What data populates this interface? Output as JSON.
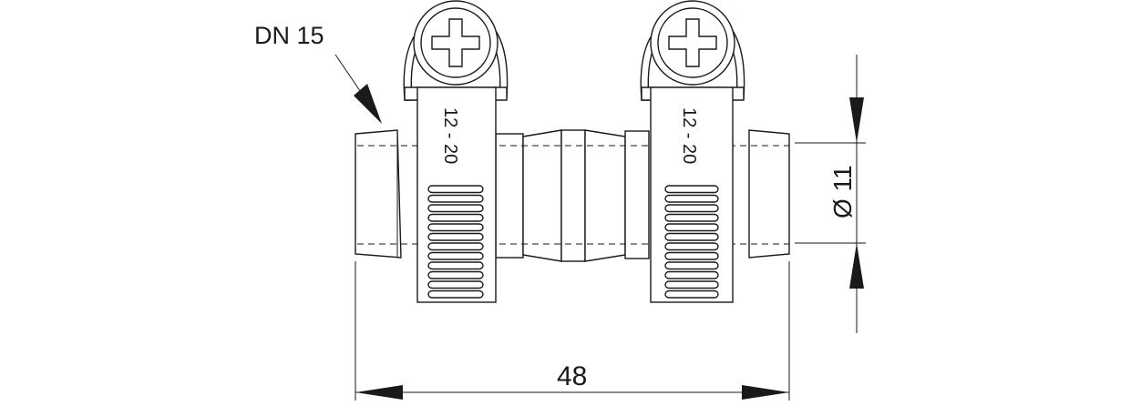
{
  "labels": {
    "dn": "DN 15",
    "length_dim": "48",
    "diameter_dim": "Ø 11",
    "clamp_left_range": "12 - 20",
    "clamp_right_range": "12 - 20"
  },
  "colors": {
    "line": "#1a1a1a",
    "background": "#ffffff"
  }
}
